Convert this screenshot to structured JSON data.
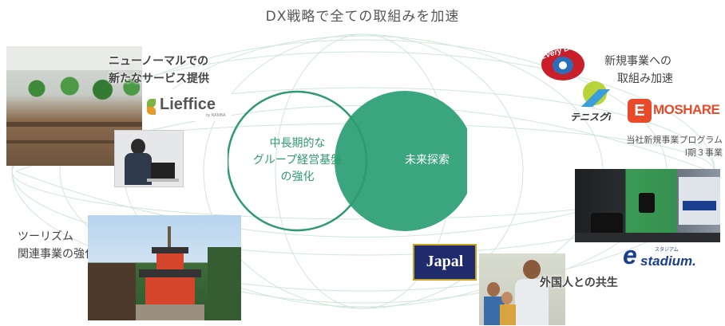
{
  "title": "DX戦略で全ての取組みを加速",
  "circles": {
    "left": {
      "lines": [
        "中長期的な",
        "グループ経営基盤",
        "の強化"
      ]
    },
    "right": {
      "label": "未来探索"
    }
  },
  "labels": {
    "new_normal": [
      "ニューノーマルでの",
      "新たなサービス提供"
    ],
    "new_business": [
      "新規事業への",
      "取組み加速"
    ],
    "program": [
      "当社新規事業プログラム",
      "I期３事業"
    ],
    "tourism": [
      "ツーリズム",
      "関連事業の強化"
    ],
    "foreign": "外国人との共生"
  },
  "logos": {
    "lieffice": "Lieffice",
    "lieffice_sub": "by NAMBA",
    "everybuddy": "Every Buddy",
    "tenisugi": "テニスグi",
    "moshare": "MOSHARE",
    "moshare_letter": "E",
    "japal": "Japal",
    "estadium": "stadium.",
    "estadium_e": "e",
    "estadium_kana": "スタジアム"
  },
  "colors": {
    "accent": "#3aa57e",
    "circle_fill": "#3aa57e",
    "circle_outline": "#2e9a70",
    "lines": "#cfe6da",
    "japal_bg": "#1f2b6b",
    "moshare_red": "#e84a2a",
    "estadium_blue": "#1a3f8f"
  }
}
